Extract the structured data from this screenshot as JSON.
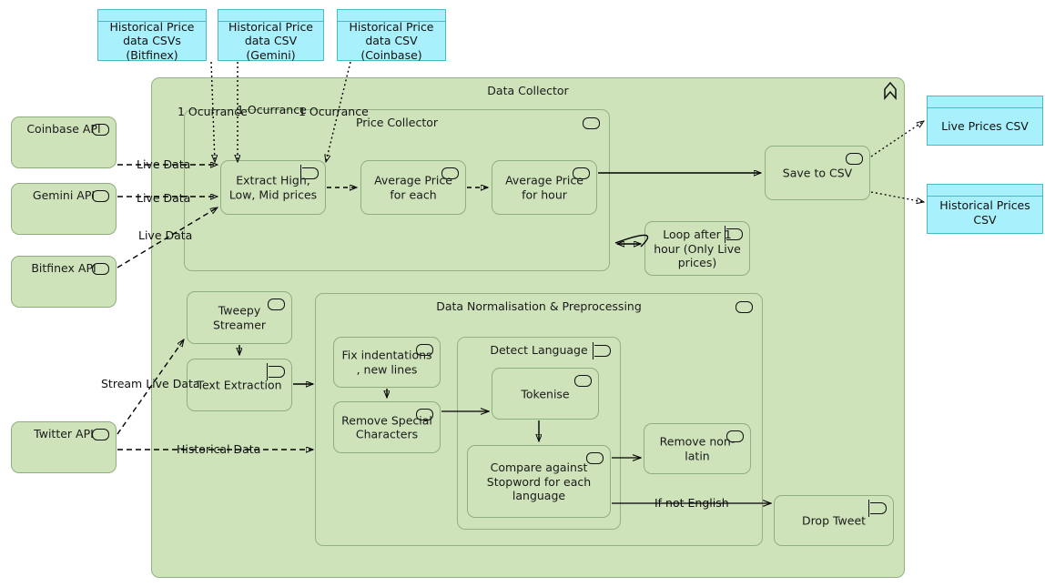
{
  "diagram": {
    "title": "Data Collector",
    "collapse_icon": "chevron-up-icon"
  },
  "colors": {
    "process_fill": "#cfe3bb",
    "process_stroke": "#8fae7e",
    "data_object_fill": "#a8f0fb",
    "data_object_stroke": "#4ab9c9",
    "text": "#111111"
  },
  "top_data_objects": [
    {
      "label": "Historical Price data CSVs (Bitfinex)",
      "name": "historical-price-csv-bitfinex"
    },
    {
      "label": "Historical Price data CSV (Gemini)",
      "name": "historical-price-csv-gemini"
    },
    {
      "label": "Historical Price data CSV (Coinbase)",
      "name": "historical-price-csv-coinbase"
    }
  ],
  "left_sources": [
    {
      "label": "Coinbase API",
      "icon": "oval"
    },
    {
      "label": "Gemini API",
      "icon": "oval"
    },
    {
      "label": "Bitfinex API",
      "icon": "oval"
    },
    {
      "label": "Twitter API",
      "icon": "oval"
    }
  ],
  "right_data_objects": [
    {
      "label": "Live Prices CSV",
      "name": "live-prices-csv"
    },
    {
      "label": "Historical Prices CSV",
      "name": "historical-prices-csv"
    }
  ],
  "price_collector": {
    "title": "Price Collector",
    "icon": "oval",
    "steps": [
      {
        "label": "Extract High, Low, Mid prices",
        "icon": "proc"
      },
      {
        "label": "Average Price for each",
        "icon": "oval"
      },
      {
        "label": "Average Price for hour",
        "icon": "oval"
      }
    ]
  },
  "data_collector_nodes": [
    {
      "label": "Save to CSV",
      "icon": "oval",
      "name": "save-to-csv"
    },
    {
      "label": "Loop after 1 hour (Only Live prices)",
      "icon": "proc",
      "name": "loop-after-1-hour"
    }
  ],
  "twitter_pipeline": [
    {
      "label": "Tweepy Streamer",
      "icon": "oval",
      "name": "tweepy-streamer"
    },
    {
      "label": "Text Extraction",
      "icon": "proc",
      "name": "text-extraction"
    }
  ],
  "normalisation": {
    "title": "Data Normalisation & Preprocessing",
    "icon": "oval",
    "nodes": [
      {
        "label": "Fix indentations , new lines",
        "icon": "oval",
        "name": "fix-indentations"
      },
      {
        "label": "Remove Special Characters",
        "icon": "oval",
        "name": "remove-special-characters"
      },
      {
        "label": "Remove non-latin",
        "icon": "oval",
        "name": "remove-non-latin"
      }
    ],
    "detect_language": {
      "title": "Detect Language",
      "icon": "proc",
      "nodes": [
        {
          "label": "Tokenise",
          "icon": "oval",
          "name": "tokenise"
        },
        {
          "label": "Compare against Stopword for each language",
          "icon": "oval",
          "name": "compare-against-stopword"
        }
      ]
    }
  },
  "drop_tweet": {
    "label": "Drop Tweet",
    "icon": "proc",
    "name": "drop-tweet"
  },
  "edge_labels": {
    "occurrence_1": "1 Ocurrance",
    "occurrence_2": "1 Ocurrance",
    "occurrence_3": "1 Ocurrance",
    "live_data_coinbase": "Live Data",
    "live_data_gemini": "Live Data",
    "live_data_bitfinex": "Live Data",
    "stream_live_data": "Stream Live Data",
    "historical_data": "Historical Data",
    "if_not_english": "If not English"
  }
}
